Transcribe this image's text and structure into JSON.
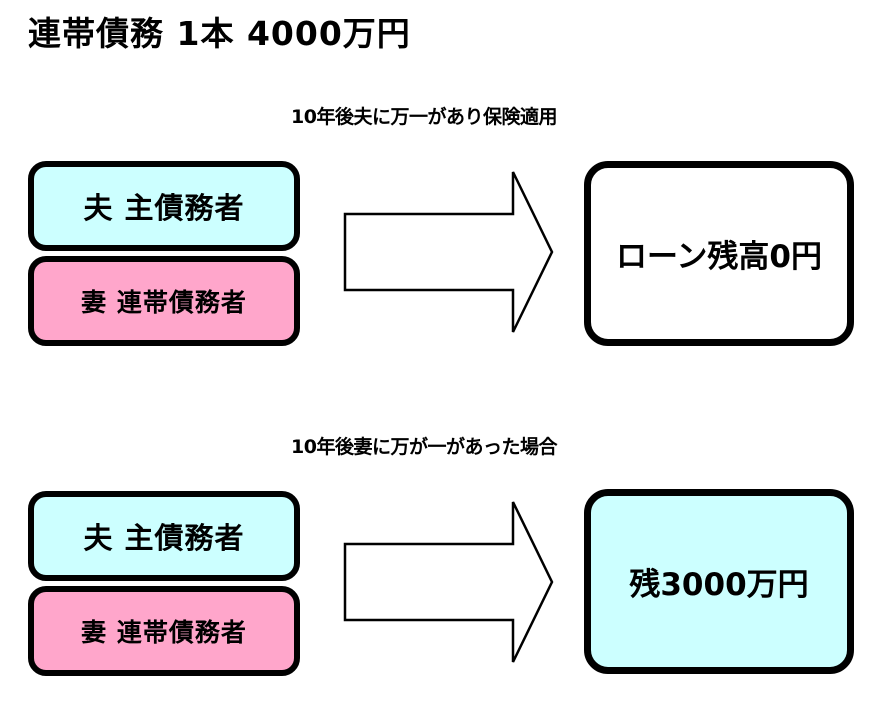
{
  "title": "連帯債務  1本  4000万円",
  "colors": {
    "husband_fill": "#ccffff",
    "wife_fill": "#ffa6cb",
    "result_top_fill": "#ffffff",
    "result_bot_fill": "#ccffff",
    "outline": "#000000",
    "background": "#ffffff"
  },
  "scenarios": [
    {
      "caption": "10年後夫に万一があり保険適用",
      "parties": [
        {
          "role_label": "夫  主債務者",
          "fill": "#ccffff"
        },
        {
          "role_label": "妻  連帯債務者",
          "fill": "#ffa6cb"
        }
      ],
      "arrow_icon": "right-block-arrow-icon",
      "result": {
        "label": "ローン残高0円",
        "fill": "#ffffff"
      }
    },
    {
      "caption": "10年後妻に万が一があった場合",
      "parties": [
        {
          "role_label": "夫  主債務者",
          "fill": "#ccffff"
        },
        {
          "role_label": "妻  連帯債務者",
          "fill": "#ffa6cb"
        }
      ],
      "arrow_icon": "right-block-arrow-icon",
      "result": {
        "label": "残3000万円",
        "fill": "#ccffff"
      }
    }
  ]
}
